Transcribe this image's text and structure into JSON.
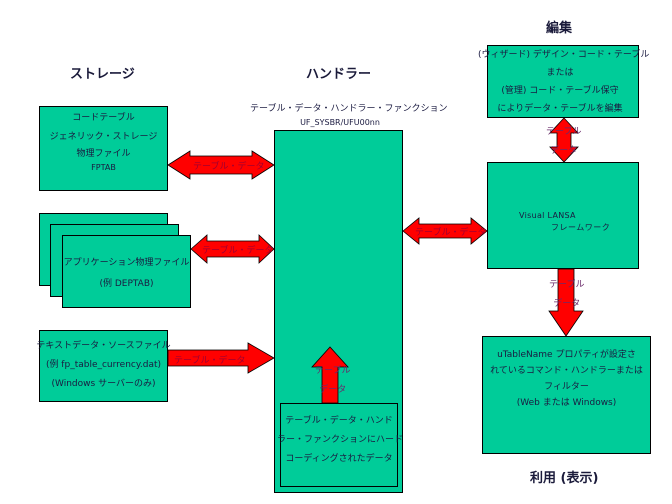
{
  "headings": {
    "storage": "ストレージ",
    "handler": "ハンドラー",
    "edit": "編集",
    "usage": "利用 (表示)"
  },
  "boxes": {
    "code_table": [
      "コードテーブル",
      "ジェネリック・ストレージ",
      "物理ファイル",
      "FPTAB"
    ],
    "app_files": [
      "アプリケーション物理ファイル",
      "(例 DEPTAB)"
    ],
    "text_source": [
      "テキストデータ・ソースファイル",
      "(例 fp_table_currency.dat)",
      "(Windows サーバーのみ)"
    ],
    "handler_title": [
      "テーブル・データ・ハンドラー・ファンクション",
      "UF_SYSBR/UFU00nn"
    ],
    "hardcoded": [
      "テーブル・データ・ハンド",
      "ラー・ファンクションにハード",
      "コーディングされたデータ"
    ],
    "editor": [
      "(ウィザード) デザイン・コード・テーブル",
      "または",
      "(管理) コード・テーブル保守",
      "によりデータ・テーブルを編集"
    ],
    "lansa": [
      "Visual LANSA",
      "フレームワーク"
    ],
    "consumer": [
      "uTableName プロパティが設定さ",
      "れているコマンド・ハンドラーまたは",
      "フィルター",
      "(Web または Windows)"
    ]
  },
  "arrows": {
    "table_data": "テーブル・データ",
    "table_part": "テーブル",
    "data_part": "データ"
  },
  "colors": {
    "box_fill": "#00cc99",
    "arrow_fill": "#ff0000"
  }
}
